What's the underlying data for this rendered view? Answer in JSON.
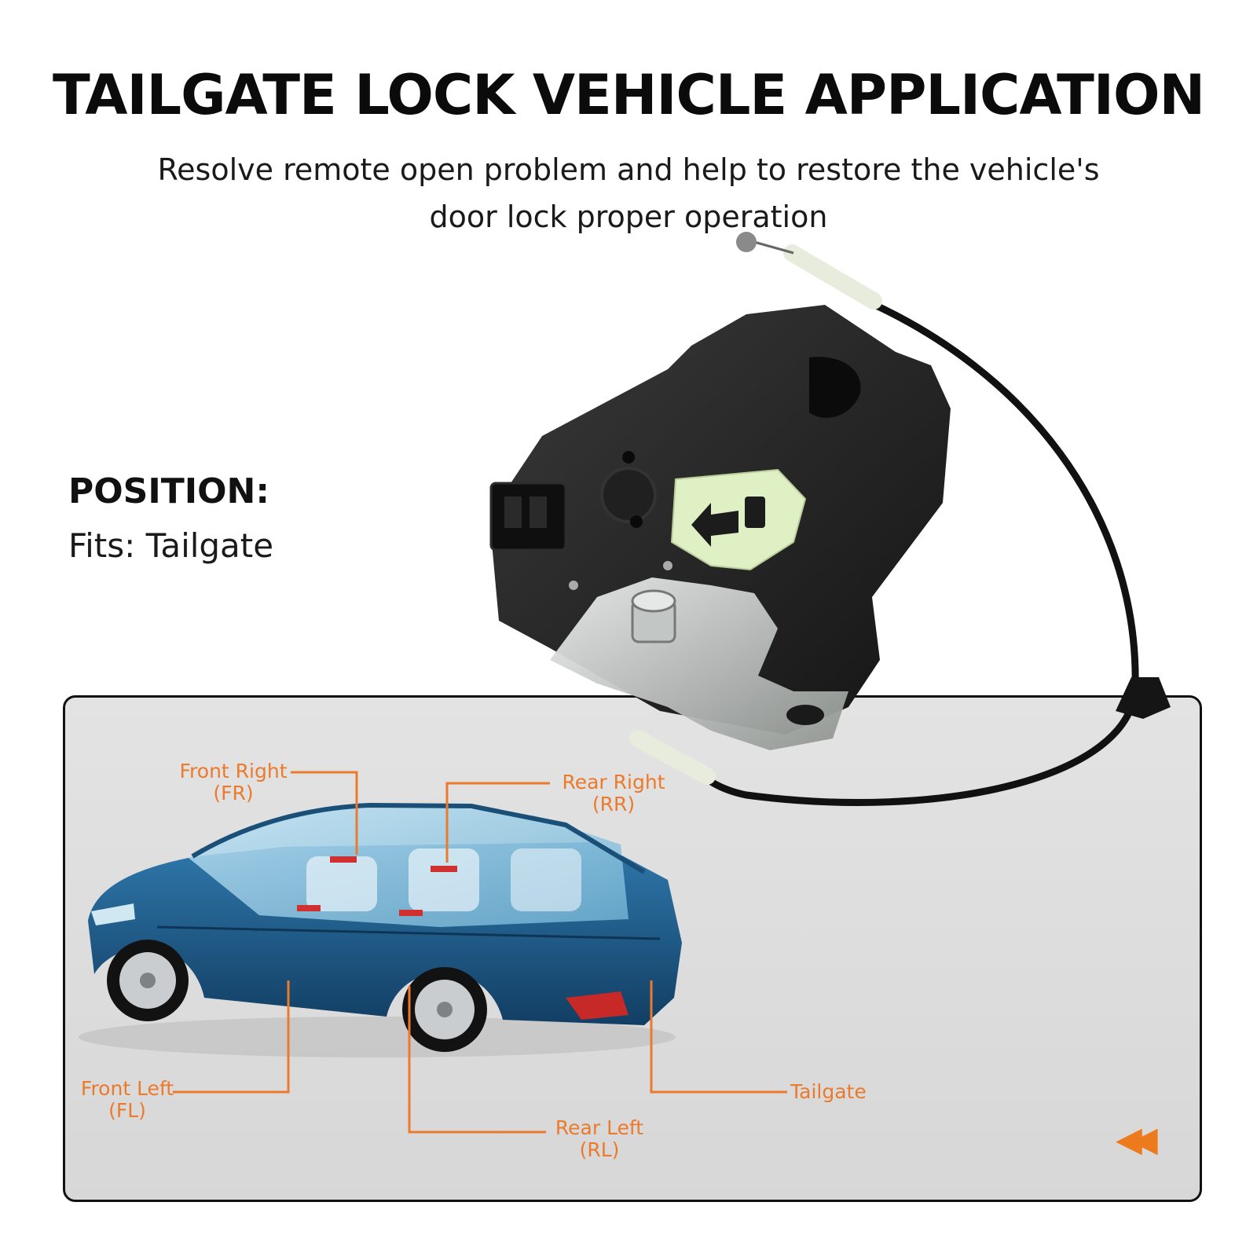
{
  "header": {
    "title": "TAILGATE LOCK VEHICLE APPLICATION",
    "subtitle_line1": "Resolve remote open problem and help to restore the vehicle's",
    "subtitle_line2": "door lock proper operation"
  },
  "position": {
    "heading": "POSITION:",
    "value": "Fits: Tailgate"
  },
  "callouts": {
    "front_right": {
      "name": "Front Right",
      "code": "(FR)"
    },
    "rear_right": {
      "name": "Rear Right",
      "code": "(RR)"
    },
    "front_left": {
      "name": "Front Left",
      "code": "(FL)"
    },
    "rear_left": {
      "name": "Rear Left",
      "code": "(RL)"
    },
    "tailgate": {
      "name": "Tailgate"
    }
  },
  "icons": {
    "rewind": "rewind-icon"
  },
  "colors": {
    "accent": "#ec7a2c",
    "car_body": "#1f5f8f",
    "panel_bg": "#dcdcdc",
    "lock_body": "#1c1c1c",
    "lever": "#dff0c4"
  }
}
